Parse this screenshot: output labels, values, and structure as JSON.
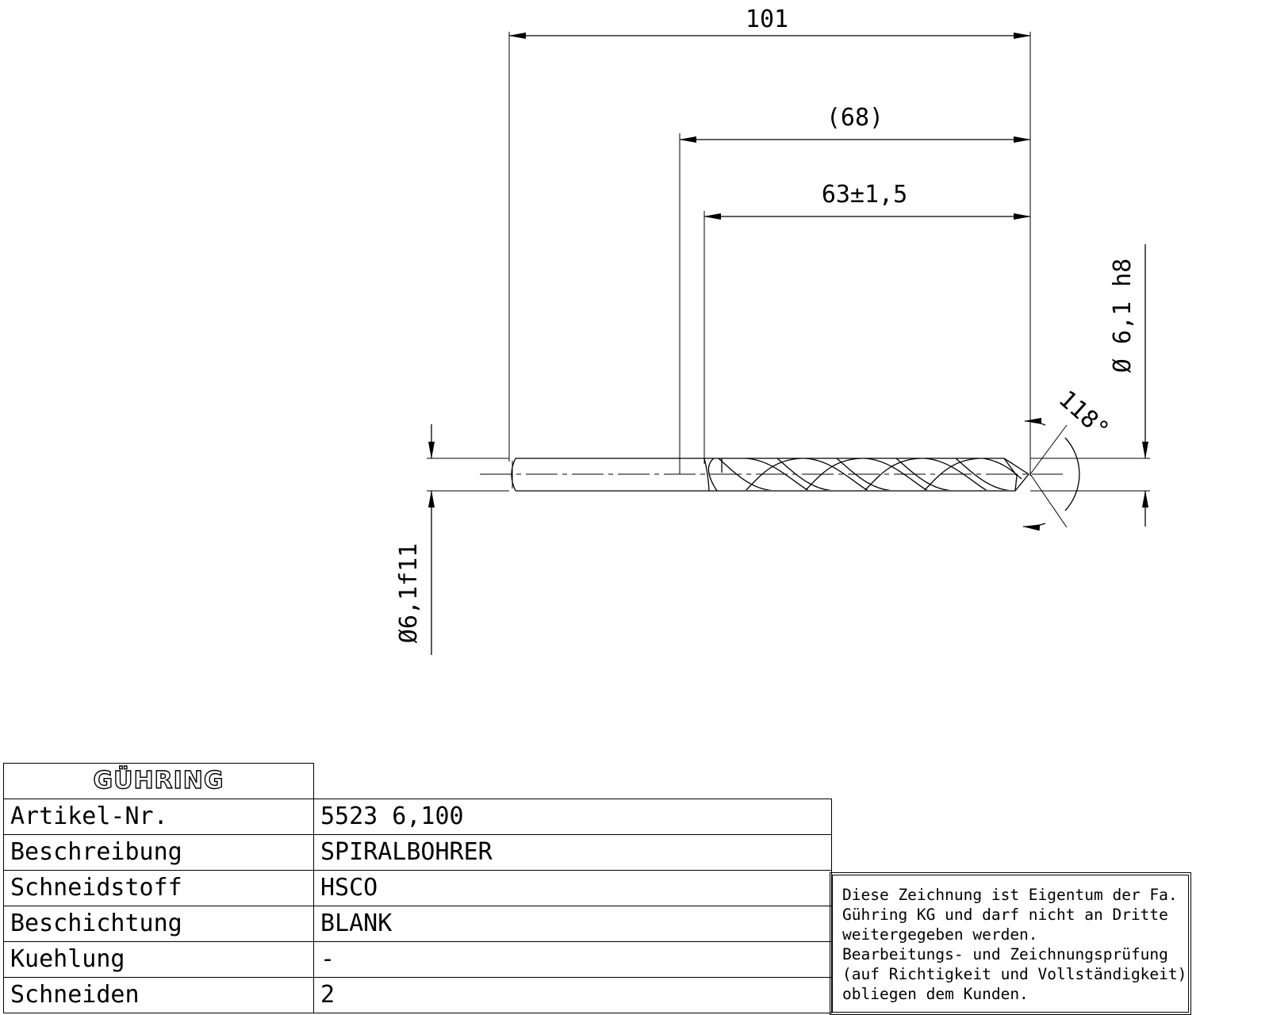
{
  "dimensions": {
    "overall_length": "101",
    "body_length": "(68)",
    "flute_length": "63±1,5",
    "tip_diameter": "Ø 6,1 h8",
    "shank_diameter": "Ø6,1f11",
    "point_angle": "118°"
  },
  "logo": {
    "text": "GÜHRING"
  },
  "spec_table": {
    "rows": [
      {
        "label": "Artikel-Nr.",
        "value": "5523 6,100"
      },
      {
        "label": "Beschreibung",
        "value": "SPIRALBOHRER"
      },
      {
        "label": "Schneidstoff",
        "value": "HSCO"
      },
      {
        "label": "Beschichtung",
        "value": "BLANK"
      },
      {
        "label": "Kuehlung",
        "value": "-"
      },
      {
        "label": "Schneiden",
        "value": "2"
      }
    ]
  },
  "notice": {
    "lines": [
      "Diese Zeichnung ist Eigentum der Fa.",
      "Gühring KG und darf nicht an Dritte",
      "weitergegeben werden.",
      "Bearbeitungs- und Zeichnungsprüfung",
      "(auf Richtigkeit und Vollständigkeit)",
      "obliegen dem Kunden."
    ]
  }
}
